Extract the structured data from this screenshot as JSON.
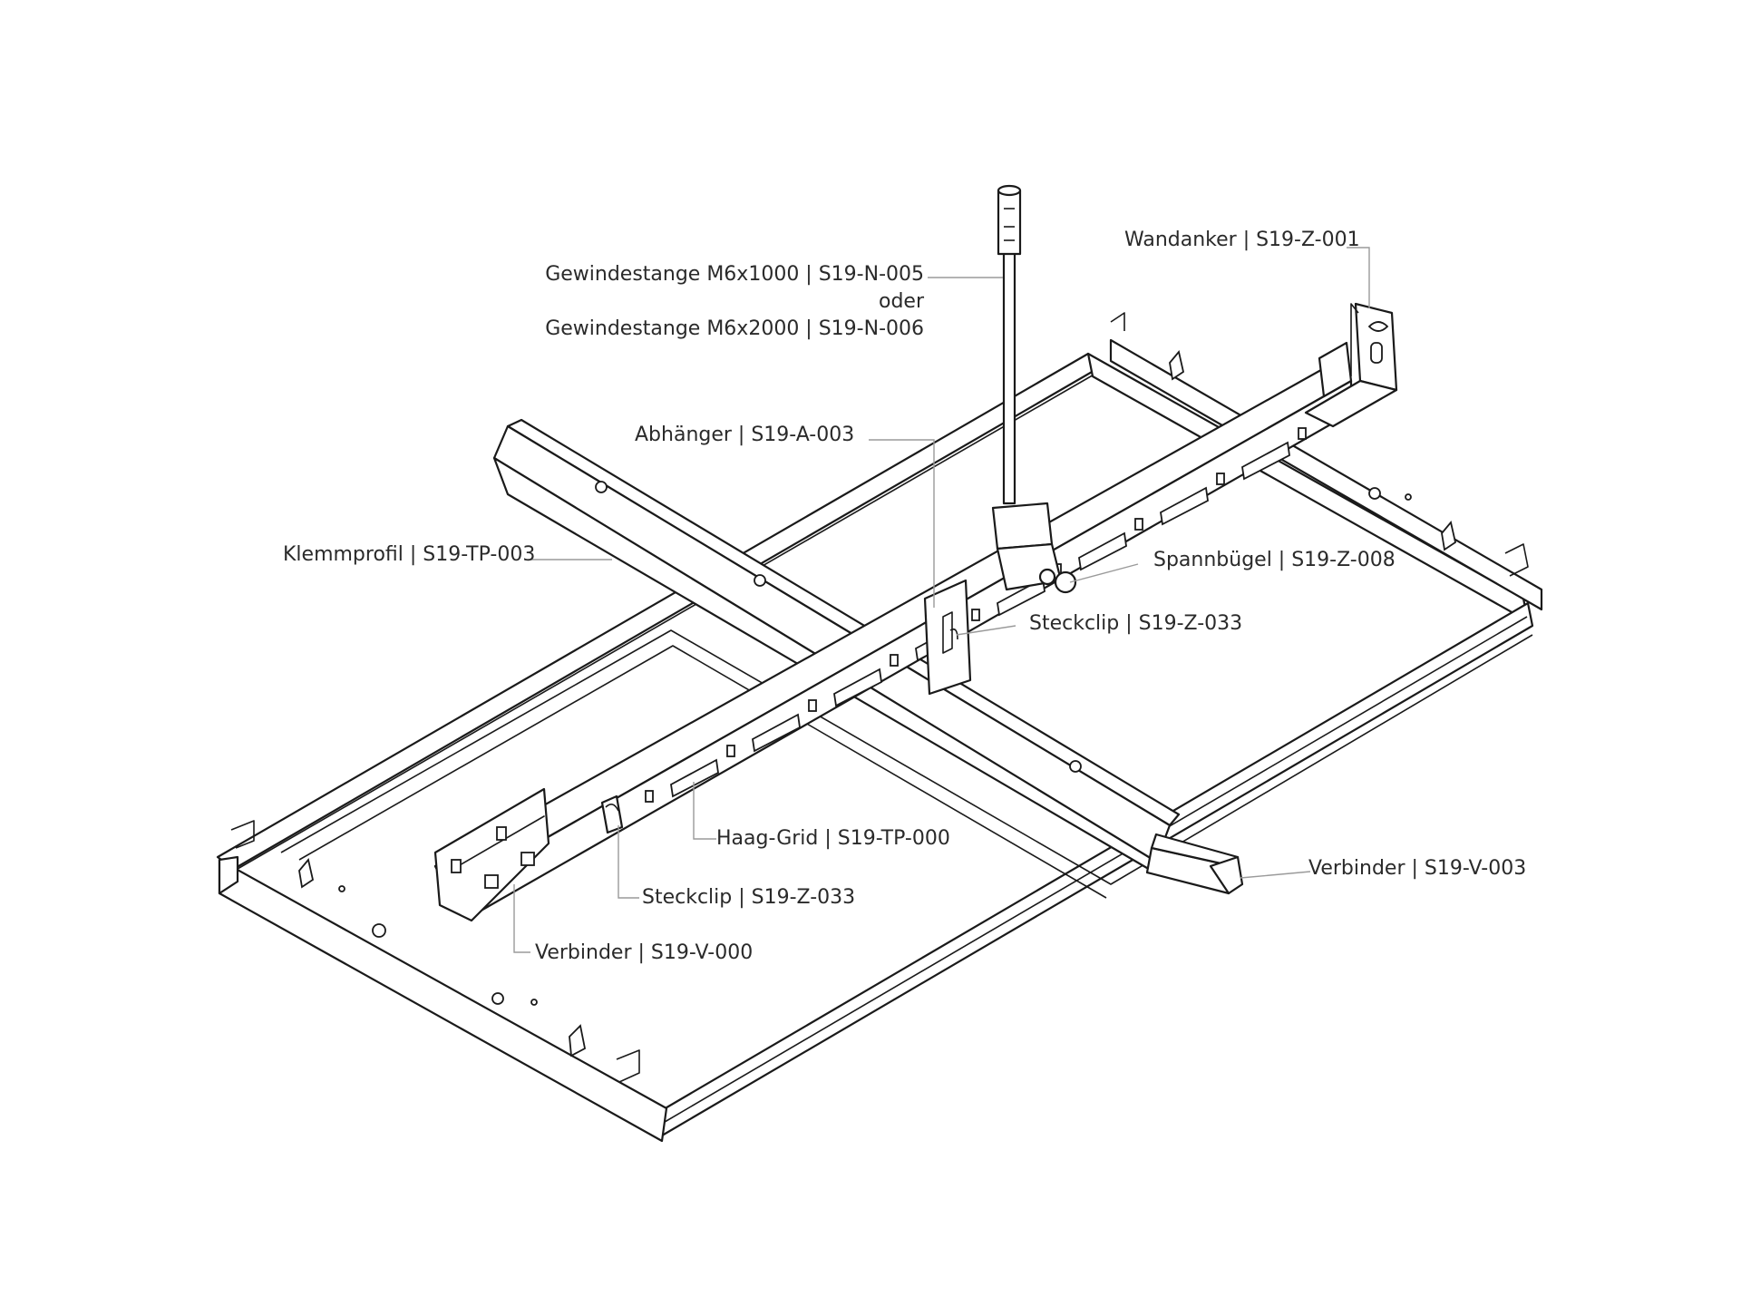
{
  "labels": {
    "gewindestange_1": "Gewindestange M6x1000 | S19-N-005",
    "oder": "oder",
    "gewindestange_2": "Gewindestange M6x2000 | S19-N-006",
    "wandanker": "Wandanker | S19-Z-001",
    "abhaenger": "Abhänger | S19-A-003",
    "klemmprofil": "Klemmprofil | S19-TP-003",
    "spannbuegel": "Spannbügel | S19-Z-008",
    "steckclip_upper": "Steckclip | S19-Z-033",
    "haag_grid": "Haag-Grid | S19-TP-000",
    "verbinder_right": "Verbinder | S19-V-003",
    "steckclip_lower": "Steckclip | S19-Z-033",
    "verbinder_left": "Verbinder | S19-V-000"
  },
  "colors": {
    "line": "#1a1a1a",
    "leader": "#9a9a9a",
    "text": "#2a2a2a"
  }
}
